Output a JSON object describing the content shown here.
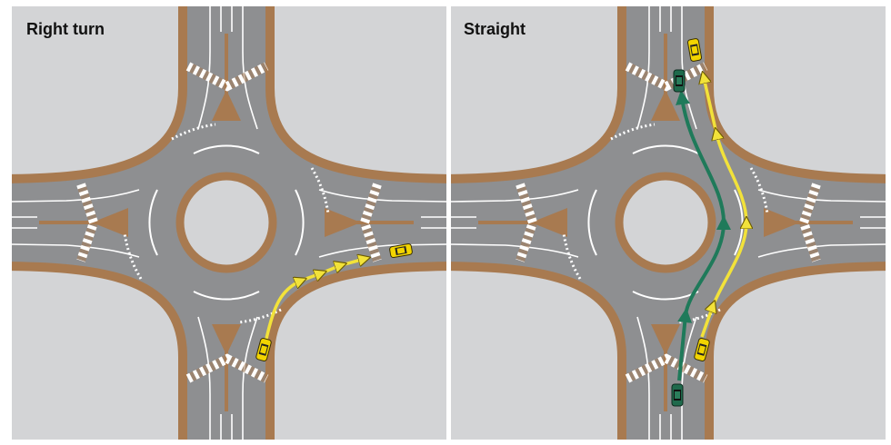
{
  "panels": [
    {
      "title": "Right turn",
      "maneuver": "right-turn",
      "vehicles": [
        "yellow-car"
      ]
    },
    {
      "title": "Straight",
      "maneuver": "straight",
      "vehicles": [
        "yellow-car",
        "green-car"
      ]
    }
  ],
  "colors": {
    "background": "#d3d4d6",
    "road": "#8e8f91",
    "curb": "#a87a50",
    "marking": "#ffffff",
    "yellow_path": "#f2e23a",
    "green_path": "#1f7a5a"
  }
}
